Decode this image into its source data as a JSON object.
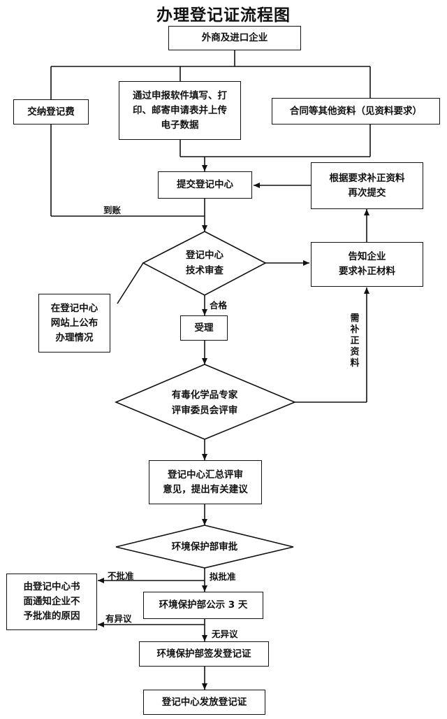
{
  "title": "办理登记证流程图",
  "nodes": {
    "foreign": "外商及进口企业",
    "fee": "交纳登记费",
    "software": "通过申报软件填写、打\n印、邮寄申请表并上传\n电子数据",
    "contract": "合同等其他资料（见资料要求）",
    "submit_center": "提交登记中心",
    "resubmit": "根据要求补正资料\n再次提交",
    "tech_review": "登记中心\n技术审查",
    "notify": "告知企业\n要求补正材料",
    "website": "在登记中心\n网站上公布\n办理情况",
    "accept": "受理",
    "expert_review": "有毒化学品专家\n评审委员会评审",
    "summary": "登记中心汇总评审\n意见，提出有关建议",
    "epb_approve": "环境保护部审批",
    "reject_notice": "由登记中心书\n面通知企业不\n予批准的原因",
    "publicity": "环境保护部公示 3 天",
    "issue": "环境保护部签发登记证",
    "distribute": "登记中心发放登记证"
  },
  "labels": {
    "arrived": "到账",
    "qualified": "合格",
    "need_supplement": "需补正资料",
    "not_approved": "不批准",
    "proposed_approval": "拟批准",
    "objection": "有异议",
    "no_objection": "无异议"
  }
}
